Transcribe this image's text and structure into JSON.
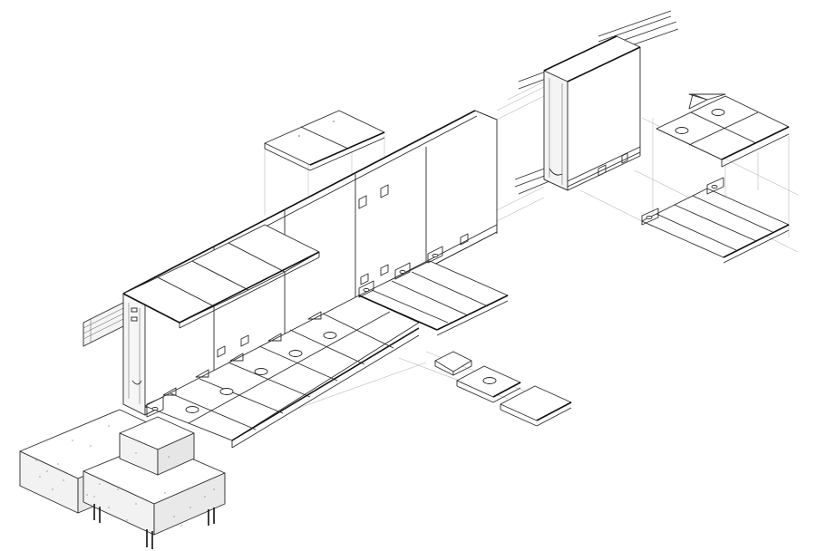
{
  "drawing": {
    "style": "exploded axonometric line drawing",
    "background": "#ffffff",
    "line_color": "#2b2b2b",
    "face_light": "#ffffff",
    "face_shade": "#f1f1f1",
    "components": [
      "concrete-footing",
      "box-girder-main",
      "lid-panels",
      "floor-grating-panels",
      "support-brackets",
      "box-girder-end-section",
      "floor-module-detached",
      "loose-panels"
    ],
    "visible_text": []
  }
}
